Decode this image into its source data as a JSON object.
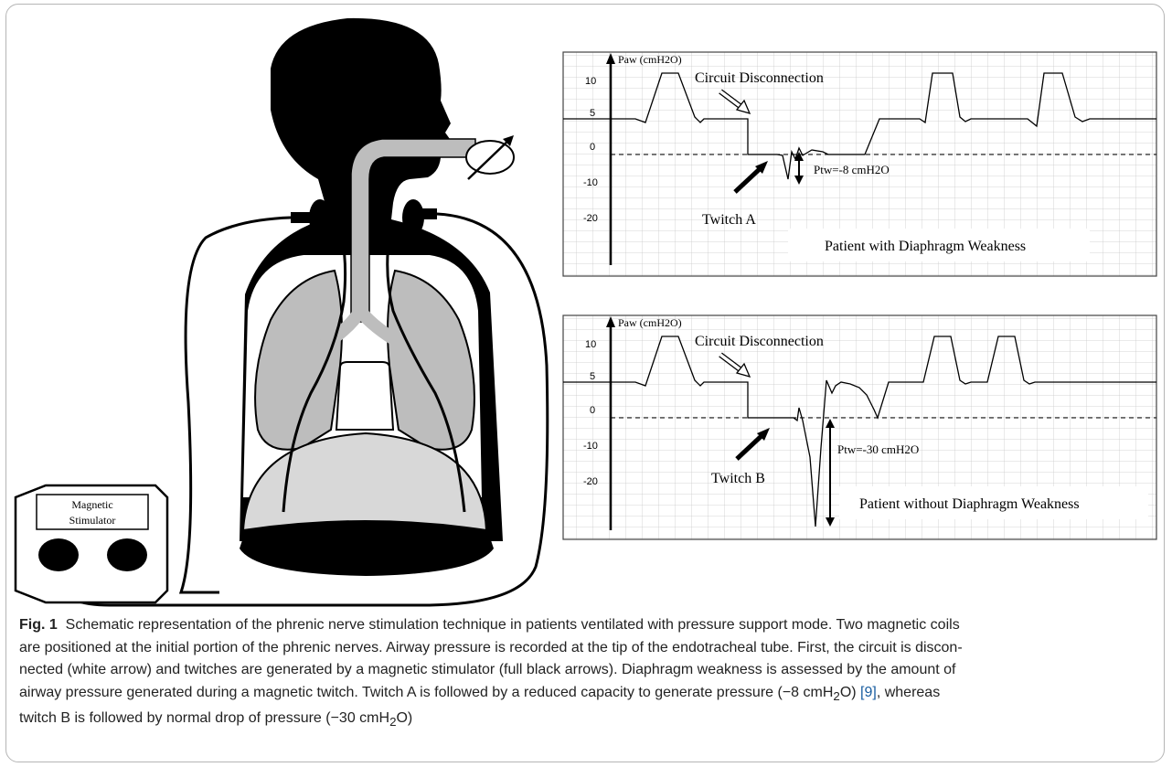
{
  "device": {
    "label_line1": "Magnetic",
    "label_line2": "Stimulator"
  },
  "graph_a": {
    "y_axis_label": "Paw (cmH2O)",
    "y_ticks": [
      "10",
      "5",
      "0",
      "-10",
      "-20"
    ],
    "disconnect_label": "Circuit Disconnection",
    "twitch_label": "Twitch A",
    "ptw_label": "Ptw=-8 cmH2O",
    "patient_label": "Patient with Diaphragm Weakness"
  },
  "graph_b": {
    "y_axis_label": "Paw (cmH2O)",
    "y_ticks": [
      "10",
      "5",
      "0",
      "-10",
      "-20"
    ],
    "disconnect_label": "Circuit Disconnection",
    "twitch_label": "Twitch B",
    "ptw_label": "Ptw=-30 cmH2O",
    "patient_label": "Patient without Diaphragm Weakness"
  },
  "caption": {
    "label": "Fig. 1",
    "line1": "Schematic representation of the phrenic nerve stimulation technique in patients ventilated with pressure support mode. Two magnetic coils",
    "line2": "are positioned at the initial portion of the phrenic nerves. Airway pressure is recorded at the tip of the endotracheal tube. First, the circuit is discon-",
    "line3": "nected (white arrow) and twitches are generated by a magnetic stimulator (full black arrows). Diaphragm weakness is assessed by the amount of",
    "line4": "airway pressure generated during a magnetic twitch. Twitch A is followed by a reduced capacity to generate pressure (−8 cmH",
    "line4_sub": "2",
    "line4_after": "O) ",
    "line4_ref": "[9]",
    "line4_end": ", whereas",
    "line5": "twitch B is followed by normal drop of pressure (−30 cmH",
    "line5_sub": "2",
    "line5_end": "O)"
  }
}
